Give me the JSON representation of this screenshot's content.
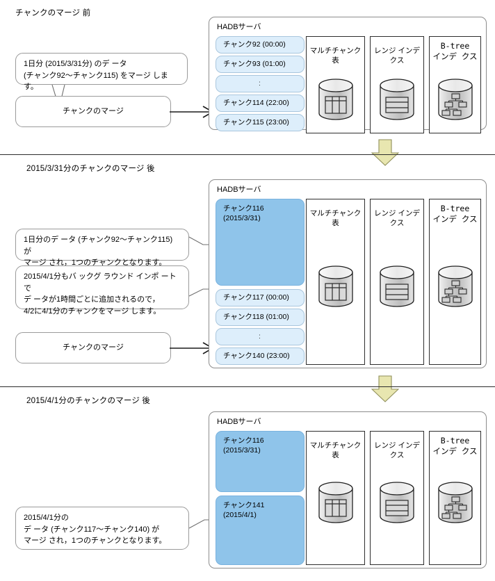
{
  "diagram": {
    "title": "HADB chunk merge lifecycle",
    "colors": {
      "chunk_pill": "#ddeefb",
      "chunk_pill_border": "#a9c6dd",
      "merged_chunk": "#8fc4ea",
      "merged_chunk_border": "#79b2de",
      "down_arrow": "#e8e6b0",
      "down_arrow_border": "#9a9a6a",
      "panel_border": "#8c8c8c",
      "component_border": "#2d2d2d",
      "connector": "#6f6f6f",
      "divider": "#2b2b2b"
    },
    "server_label": "HADBサーバ",
    "components": [
      {
        "name": "multi-chunk-table",
        "label": "マルチチャンク表",
        "icon": "table-cylinder-icon",
        "mono": false
      },
      {
        "name": "range-index",
        "label": "レンジ インデ クス",
        "icon": "stripes-cylinder-icon",
        "mono": false
      },
      {
        "name": "btree-index",
        "label": "B-tree\nインデ クス",
        "icon": "btree-cylinder-icon",
        "mono": true
      }
    ],
    "sections": [
      {
        "id": "before",
        "caption": "チャンクのマージ 前",
        "callouts": [
          {
            "name": "callout-merge-description",
            "text": "1日分 (2015/3/31分) のデ ータ\n(チャンク92～チャンク115) をマージ します。"
          },
          {
            "name": "callout-merge-action",
            "text": "チャンクのマージ"
          }
        ],
        "chunks": [
          {
            "name": "chunk-92",
            "label": "チャンク92 (00:00)",
            "merged": false
          },
          {
            "name": "chunk-93",
            "label": "チャンク93 (01:00)",
            "merged": false
          },
          {
            "name": "chunk-ellipsis",
            "label": ":",
            "merged": false,
            "dots": true
          },
          {
            "name": "chunk-114",
            "label": "チャンク114 (22:00)",
            "merged": false
          },
          {
            "name": "chunk-115",
            "label": "チャンク115 (23:00)",
            "merged": false
          }
        ]
      },
      {
        "id": "after-0331",
        "caption": "2015/3/31分のチャンクのマージ 後",
        "callouts": [
          {
            "name": "callout-merged-result",
            "text": "1日分のデ ータ (チャンク92～チャンク115) が\nマージ され，1つのチャンクとなります。"
          },
          {
            "name": "callout-next-day-import",
            "text": "2015/4/1分もバ ックグ ラウンド インポ ートで\nデ ータが1時間ごとに追加されるので，\n4/2に4/1分のチャンクをマージ します。"
          },
          {
            "name": "callout-merge-action",
            "text": "チャンクのマージ"
          }
        ],
        "chunks": [
          {
            "name": "chunk-116",
            "label": "チャンク116\n(2015/3/31)",
            "merged": true
          },
          {
            "name": "chunk-117",
            "label": "チャンク117 (00:00)",
            "merged": false
          },
          {
            "name": "chunk-118",
            "label": "チャンク118 (01:00)",
            "merged": false
          },
          {
            "name": "chunk-ellipsis",
            "label": ":",
            "merged": false,
            "dots": true
          },
          {
            "name": "chunk-140",
            "label": "チャンク140 (23:00)",
            "merged": false
          }
        ]
      },
      {
        "id": "after-0401",
        "caption": "2015/4/1分のチャンクのマージ 後",
        "callouts": [
          {
            "name": "callout-merged-result-0401",
            "text": "2015/4/1分の\nデ ータ (チャンク117～チャンク140) が\nマージ され，1つのチャンクとなります。"
          }
        ],
        "chunks": [
          {
            "name": "chunk-116",
            "label": "チャンク116\n(2015/3/31)",
            "merged": true
          },
          {
            "name": "chunk-141",
            "label": "チャンク141\n(2015/4/1)",
            "merged": true
          }
        ]
      }
    ]
  }
}
